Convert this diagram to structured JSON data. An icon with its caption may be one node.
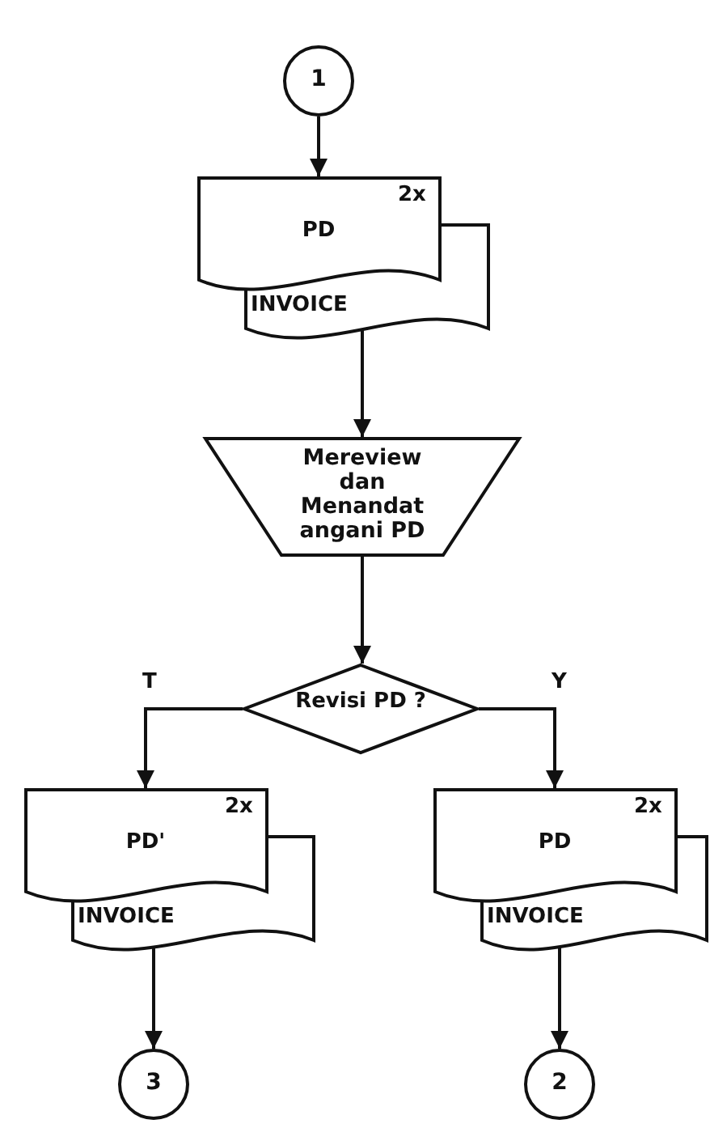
{
  "diagram": {
    "nodes": [
      {
        "text": [
          "1"
        ]
      },
      {
        "text": [
          "PD",
          "2x",
          "INVOICE"
        ]
      },
      {
        "text": [
          "Mereview dan Menandat angani PD"
        ]
      },
      {
        "text": [
          "Revisi PD ?"
        ]
      },
      {
        "text": [
          "PD'",
          "2x",
          "INVOICE"
        ]
      },
      {
        "text": [
          "PD",
          "2x",
          "INVOICE"
        ]
      },
      {
        "text": [
          "3"
        ]
      },
      {
        "text": [
          "2"
        ]
      }
    ],
    "edges": [
      {
        "from": 0,
        "to": 1,
        "arrow": "to"
      },
      {
        "from": 1,
        "to": 2,
        "arrow": "to"
      },
      {
        "from": 2,
        "to": 3,
        "arrow": "to"
      },
      {
        "from": 3,
        "to": 4,
        "label": "T",
        "arrow": "to"
      },
      {
        "from": 3,
        "to": 5,
        "label": "Y",
        "arrow": "to"
      },
      {
        "from": 4,
        "to": 6,
        "arrow": "to"
      },
      {
        "from": 5,
        "to": 7,
        "arrow": "to"
      }
    ]
  }
}
